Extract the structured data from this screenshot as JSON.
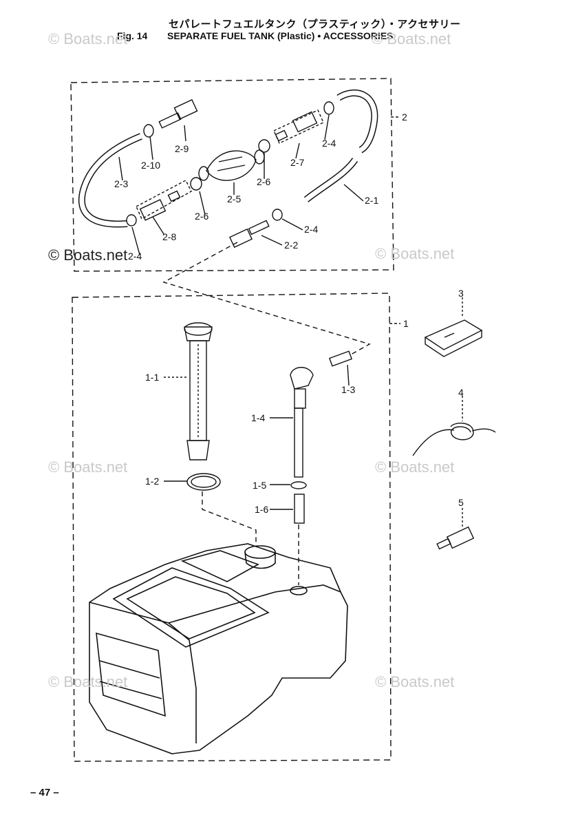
{
  "header": {
    "japanese_title": "セパレートフュエルタンク（プラスティック）・アクセサリー",
    "fig_label": "Fig. 14",
    "title": "SEPARATE FUEL TANK (Plastic) • ACCESSORIES"
  },
  "watermark": {
    "text": "© Boats.net"
  },
  "callouts": {
    "c2": "2",
    "c2_1": "2-1",
    "c2_2": "2-2",
    "c2_3": "2-3",
    "c2_4a": "2-4",
    "c2_4b": "2-4",
    "c2_4c": "2-4",
    "c2_5": "2-5",
    "c2_6a": "2-6",
    "c2_6b": "2-6",
    "c2_7": "2-7",
    "c2_8": "2-8",
    "c2_9": "2-9",
    "c2_10": "2-10",
    "c1": "1",
    "c1_1": "1-1",
    "c1_2": "1-2",
    "c1_3": "1-3",
    "c1_4": "1-4",
    "c1_5": "1-5",
    "c1_6": "1-6",
    "c3": "3",
    "c4": "4",
    "c5": "5"
  },
  "footer": {
    "page_number": "– 47 –"
  }
}
